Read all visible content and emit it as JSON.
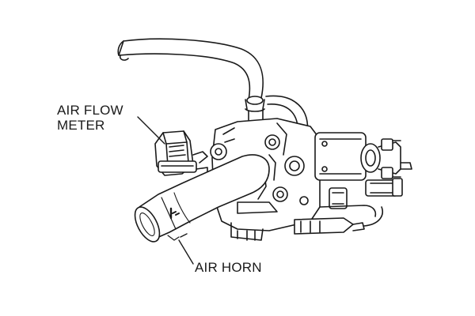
{
  "diagram": {
    "labels": {
      "air_flow_meter_line1": "AIR FLOW",
      "air_flow_meter_line2": "METER",
      "air_horn": "AIR HORN"
    },
    "colors": {
      "line": "#1a1a1a",
      "fill": "#ffffff",
      "shade": "#e6e6e6"
    }
  }
}
